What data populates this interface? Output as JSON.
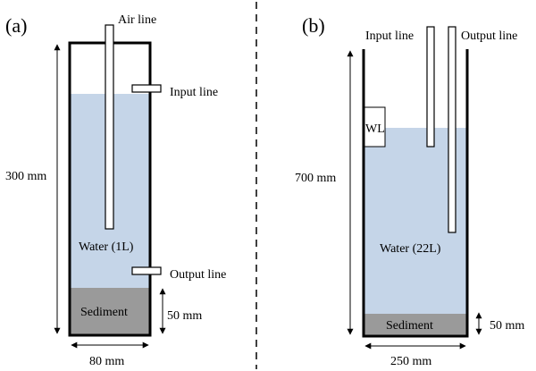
{
  "panel_a": {
    "panel_label": "(a)",
    "air_line_label": "Air line",
    "input_line_label": "Input line",
    "output_line_label": "Output line",
    "water_label": "Water (1L)",
    "sediment_label": "Sediment",
    "height_label": "300 mm",
    "sediment_height_label": "50 mm",
    "width_label": "80 mm"
  },
  "panel_b": {
    "panel_label": "(b)",
    "input_line_label": "Input line",
    "output_line_label": "Output line",
    "wl_label": "WL",
    "water_label": "Water (22L)",
    "sediment_label": "Sediment",
    "height_label": "700 mm",
    "sediment_height_label": "50 mm",
    "width_label": "250 mm"
  },
  "colors": {
    "water": "#c5d5e8",
    "sediment": "#9a9a9a",
    "outline": "#000000"
  }
}
